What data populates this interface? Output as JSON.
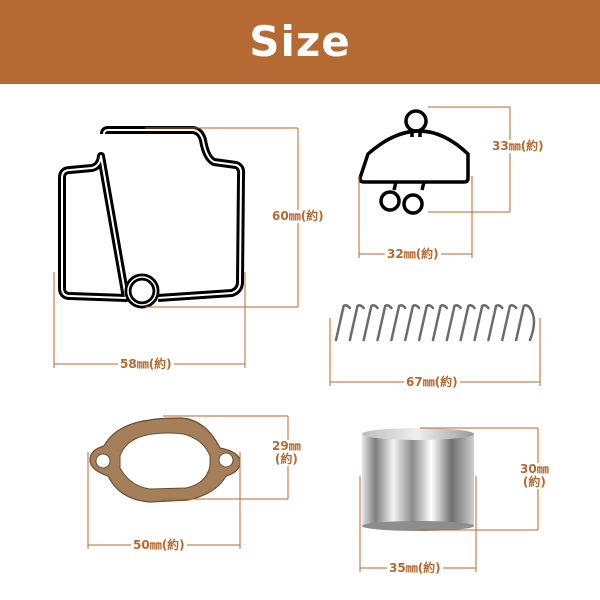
{
  "header": {
    "title": "Size",
    "background": "#b46a32",
    "text_color": "#ffffff"
  },
  "accent_color": "#b46a32",
  "dimensions": {
    "float_gasket_height": "60㎜(約)",
    "float_gasket_width": "58㎜(約)",
    "float_valve_gasket_height": "33㎜(約)",
    "float_valve_gasket_width": "32㎜(約)",
    "spring_length": "67㎜(約)",
    "top_gasket_height_value": "29㎜",
    "top_gasket_height_suffix": "(約)",
    "top_gasket_width": "50㎜(約)",
    "tube_height_value": "30㎜",
    "tube_height_suffix": "(約)",
    "tube_width": "35㎜(約)"
  }
}
